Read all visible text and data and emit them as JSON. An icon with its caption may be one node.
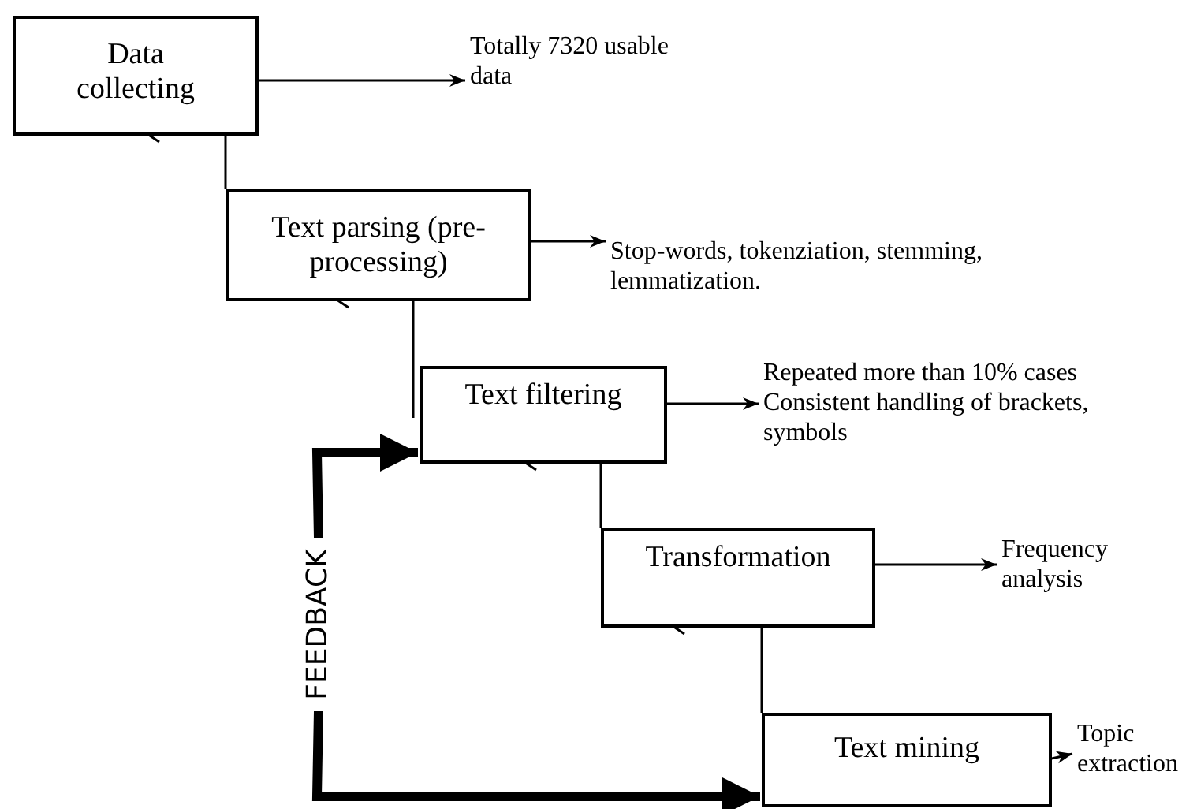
{
  "diagram": {
    "nodes": [
      {
        "text": [
          "Data collecting"
        ]
      },
      {
        "text": [
          "Totally 7320 usable data"
        ]
      },
      {
        "text": [
          "Text parsing (pre-processing)"
        ]
      },
      {
        "text": [
          "Stop-words, tokenziation, stemming, lemmatization."
        ]
      },
      {
        "text": [
          "Text filtering"
        ]
      },
      {
        "text": [
          "Repeated more than 10% cases",
          "Consistent handling of brackets, symbols"
        ]
      },
      {
        "text": [
          "Transformation"
        ]
      },
      {
        "text": [
          "Frequency analysis"
        ]
      },
      {
        "text": [
          "Text mining"
        ]
      },
      {
        "text": [
          "Topic extraction"
        ]
      },
      {
        "text": [
          "FEEDBACK"
        ]
      }
    ],
    "edges": [
      {
        "from": 0,
        "to": 1,
        "arrow": "to"
      },
      {
        "from": 0,
        "to": 2,
        "arrow": "none"
      },
      {
        "from": 2,
        "to": 3,
        "arrow": "to"
      },
      {
        "from": 2,
        "to": 4,
        "arrow": "none"
      },
      {
        "from": 4,
        "to": 5,
        "arrow": "to"
      },
      {
        "from": 4,
        "to": 6,
        "arrow": "none"
      },
      {
        "from": 6,
        "to": 7,
        "arrow": "to"
      },
      {
        "from": 6,
        "to": 8,
        "arrow": "none"
      },
      {
        "from": 8,
        "to": 9,
        "arrow": "to"
      },
      {
        "from": 10,
        "to": 4,
        "arrow": "to",
        "style": "thick"
      },
      {
        "from": 10,
        "to": 8,
        "arrow": "to",
        "style": "thick"
      }
    ]
  }
}
